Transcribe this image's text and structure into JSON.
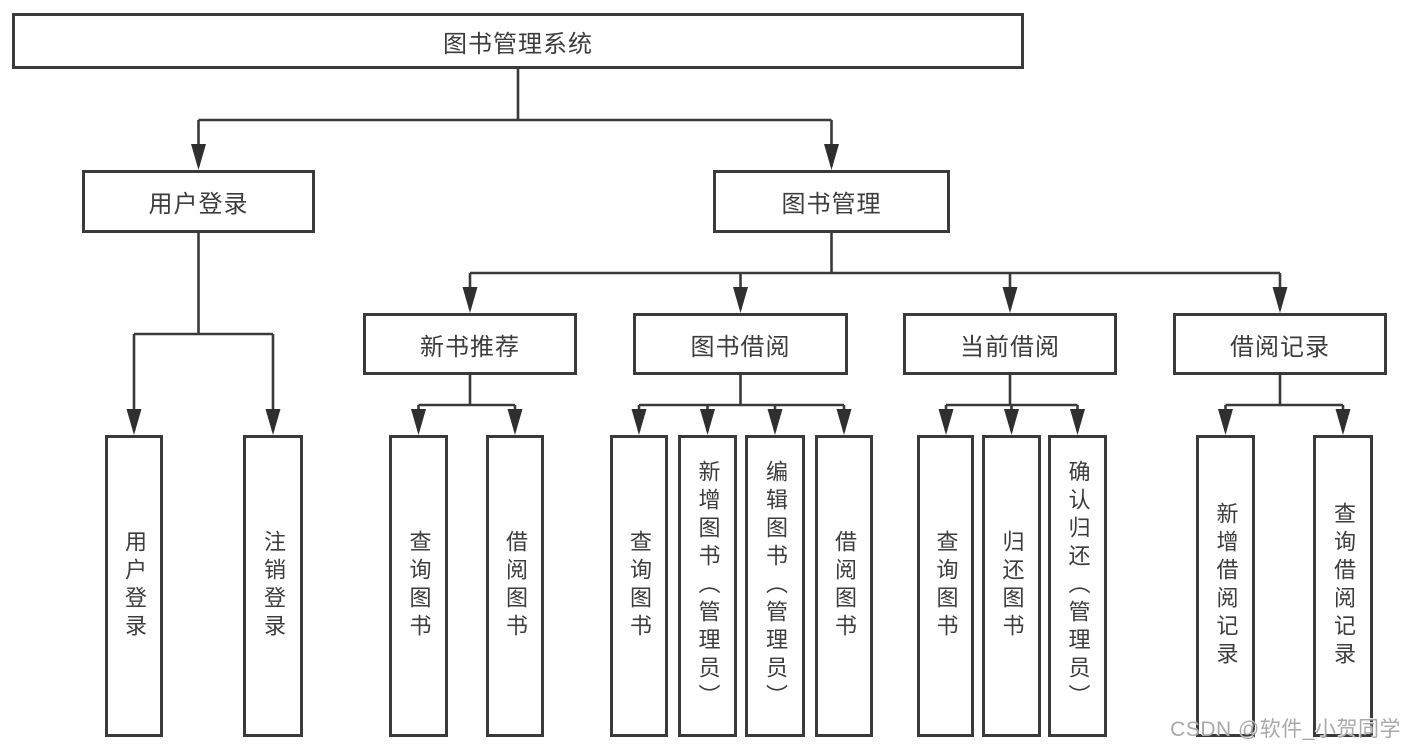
{
  "page": {
    "watermark": "CSDN @软件_小贺同学"
  },
  "tree": {
    "root": {
      "label": "图书管理系统",
      "children": [
        {
          "label": "用户登录",
          "children": [
            {
              "label": "用户登录"
            },
            {
              "label": "注销登录"
            }
          ]
        },
        {
          "label": "图书管理",
          "children": [
            {
              "label": "新书推荐",
              "children": [
                {
                  "label": "查询图书"
                },
                {
                  "label": "借阅图书"
                }
              ]
            },
            {
              "label": "图书借阅",
              "children": [
                {
                  "label": "查询图书"
                },
                {
                  "label": "新增图书（管理员）"
                },
                {
                  "label": "编辑图书（管理员）"
                },
                {
                  "label": "借阅图书"
                }
              ]
            },
            {
              "label": "当前借阅",
              "children": [
                {
                  "label": "查询图书"
                },
                {
                  "label": "归还图书"
                },
                {
                  "label": "确认归还（管理员）"
                }
              ]
            },
            {
              "label": "借阅记录",
              "children": [
                {
                  "label": "新增借阅记录"
                },
                {
                  "label": "查询借阅记录"
                }
              ]
            }
          ]
        }
      ]
    }
  },
  "colors": {
    "line": "#3a3a3a",
    "box_border": "#3a3a3a",
    "box_fill": "#ffffff",
    "text": "#3c3c3c",
    "watermark": "#a9a9a9",
    "background": "#ffffff"
  }
}
